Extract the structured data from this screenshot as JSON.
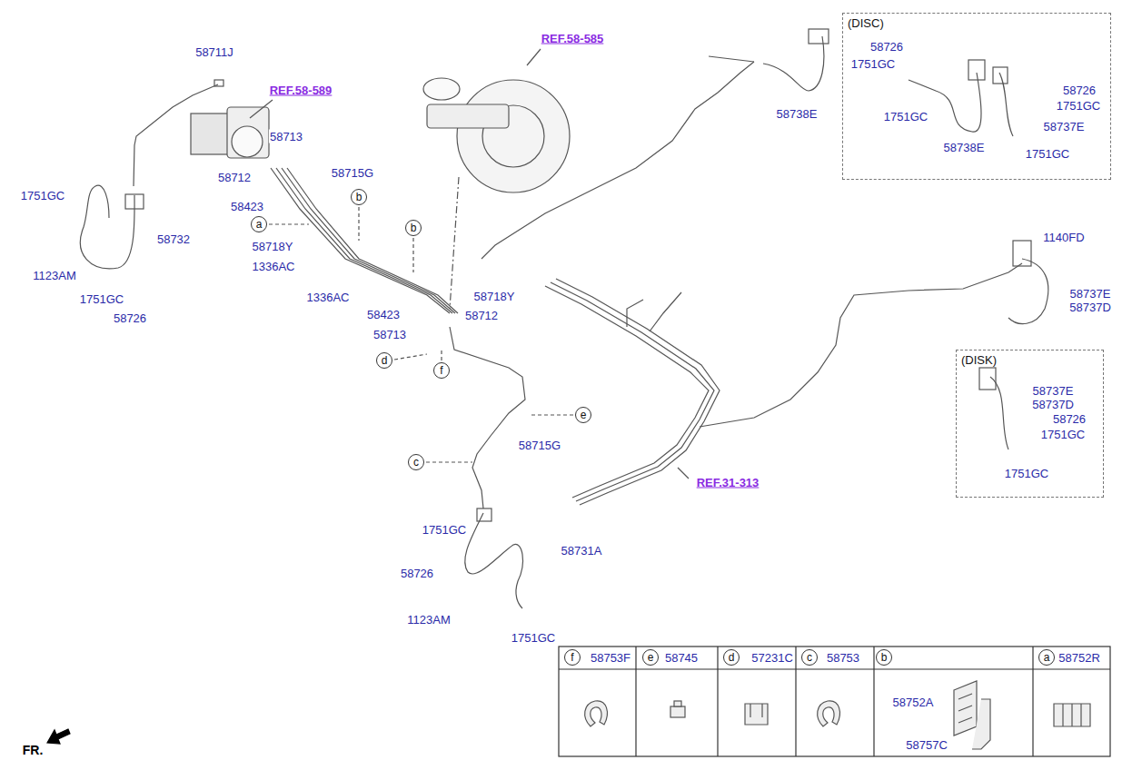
{
  "diagram": {
    "nodes": [
      {
        "text": [
          "(DISC)"
        ]
      },
      {
        "text": [
          "(DISK)"
        ]
      },
      {
        "text": [
          "b"
        ]
      },
      {
        "text": [
          "a"
        ]
      },
      {
        "text": [
          "b"
        ]
      },
      {
        "text": [
          "d"
        ]
      },
      {
        "text": [
          "f"
        ]
      },
      {
        "text": [
          "e"
        ]
      },
      {
        "text": [
          "c"
        ]
      },
      {
        "text": [
          "f"
        ]
      },
      {
        "text": [
          "e"
        ]
      },
      {
        "text": [
          "d"
        ]
      },
      {
        "text": [
          "c"
        ]
      },
      {
        "text": [
          "b"
        ]
      },
      {
        "text": [
          "a"
        ]
      }
    ],
    "labels": [
      "58711J",
      "REF.58-589",
      "REF.58-585",
      "58713",
      "58712",
      "58715G",
      "1751GC",
      "58423",
      "58732",
      "58718Y",
      "1336AC",
      "1123AM",
      "1751GC",
      "58726",
      "1336AC",
      "58718Y",
      "58423",
      "58712",
      "58713",
      "58715G",
      "1751GC",
      "58731A",
      "58726",
      "1123AM",
      "1751GC",
      "58738E",
      "58726",
      "1751GC",
      "1751GC",
      "58738E",
      "58726",
      "1751GC",
      "58737E",
      "1751GC",
      "1140FD",
      "58737E",
      "58737D",
      "58737E",
      "58737D",
      "58726",
      "1751GC",
      "1751GC",
      "REF.31-313",
      "58753F",
      "58745",
      "57231C",
      "58753",
      "58752R",
      "58752A",
      "58757C",
      "FR."
    ]
  }
}
